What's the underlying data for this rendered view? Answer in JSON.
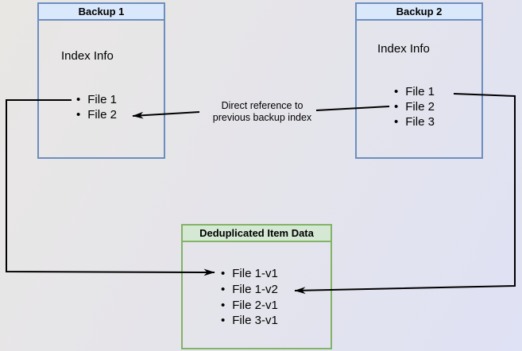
{
  "diagram": {
    "backup1": {
      "title": "Backup 1",
      "index_label": "Index Info",
      "files": [
        "File 1",
        "File 2"
      ]
    },
    "backup2": {
      "title": "Backup 2",
      "index_label": "Index Info",
      "files": [
        "File 1",
        "File 2",
        "File 3"
      ]
    },
    "dedup": {
      "title": "Deduplicated Item Data",
      "files": [
        "File 1-v1",
        "File 1-v2",
        "File 2-v1",
        "File 3-v1"
      ]
    },
    "annotation": {
      "line1": "Direct reference to",
      "line2": "previous backup index"
    },
    "colors": {
      "backup_border": "#6c8ebf",
      "backup_header_fill": "#dae8fc",
      "dedup_border": "#82b366",
      "dedup_header_fill": "#d5e8d4",
      "connector": "#000000",
      "canvas_top_left": "#e9e7e4",
      "canvas_bottom_right": "#dfe2f5"
    }
  }
}
